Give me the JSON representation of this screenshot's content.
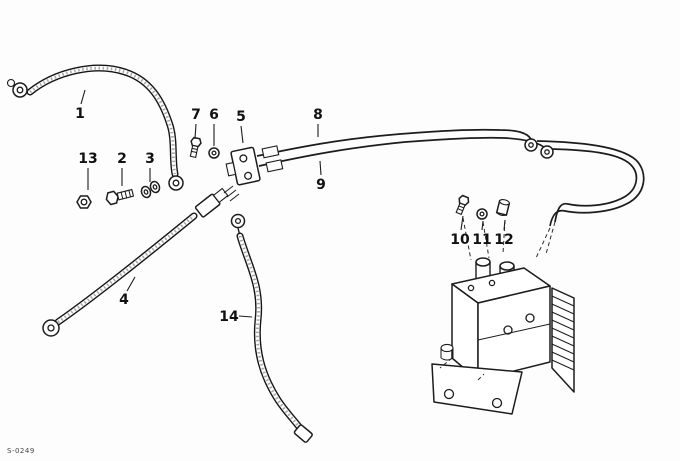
{
  "diagram": {
    "description": "exploded parts diagram of brake pipes, hoses and ABS hydraulic unit",
    "footer_code": "S-0249",
    "colors": {
      "line": "#1c1c1c",
      "background": "#fdfdfd"
    },
    "labels": {
      "1": "1",
      "2": "2",
      "3": "3",
      "4": "4",
      "5": "5",
      "6": "6",
      "7": "7",
      "8": "8",
      "9": "9",
      "10": "10",
      "11": "11",
      "12": "12",
      "13": "13",
      "14": "14"
    }
  }
}
